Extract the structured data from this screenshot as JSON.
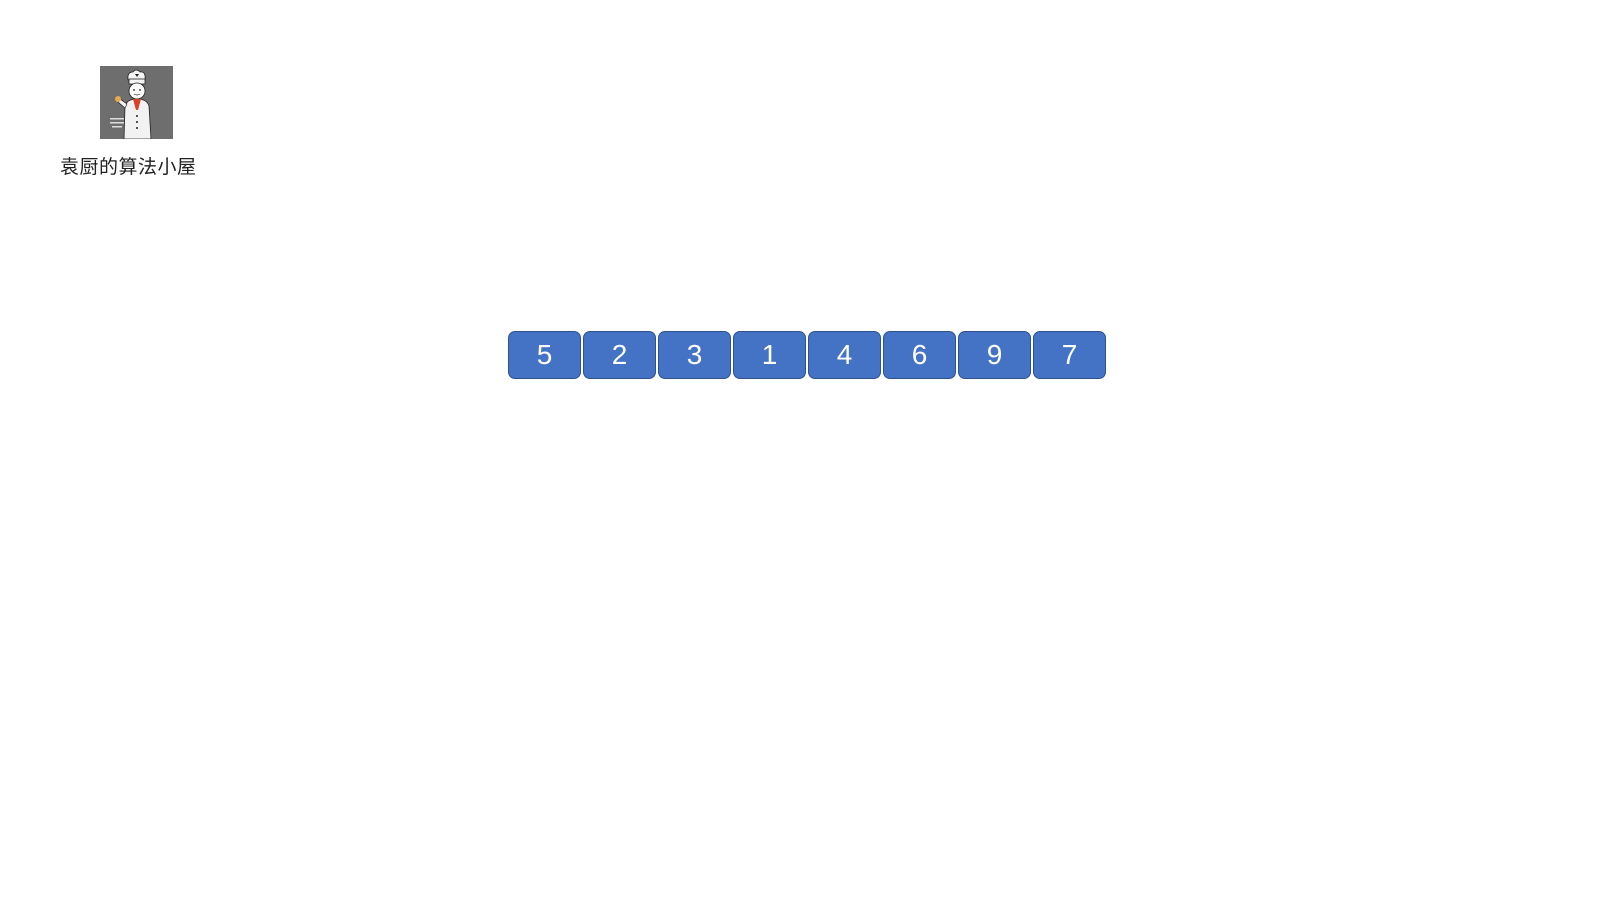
{
  "brand": {
    "label": "袁厨的算法小屋",
    "logo_icon": "chef-avatar-icon"
  },
  "array": {
    "values": [
      "5",
      "2",
      "3",
      "1",
      "4",
      "6",
      "9",
      "7"
    ],
    "cell_color": "#4472c4",
    "cell_border_color": "#2f528f",
    "text_color": "#ffffff"
  }
}
